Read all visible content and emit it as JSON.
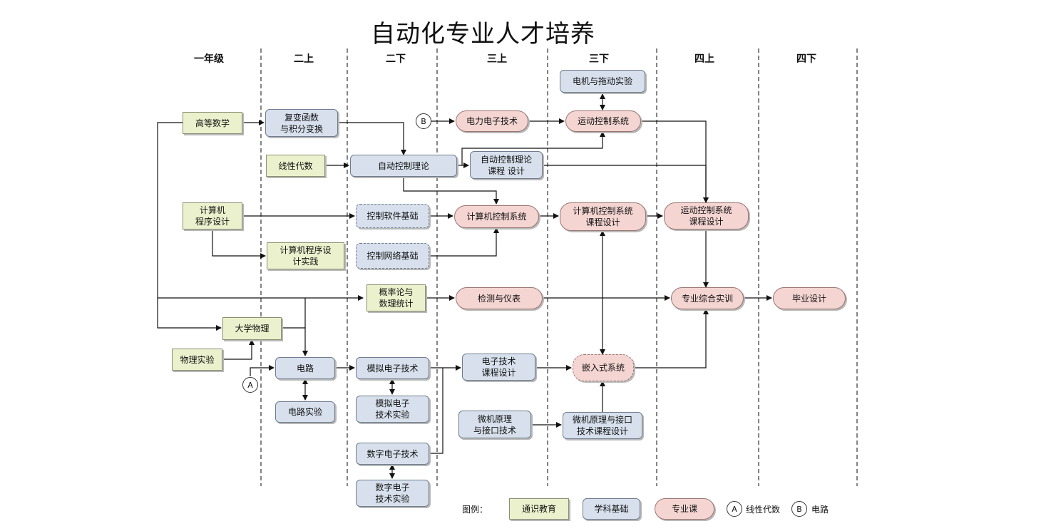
{
  "title": "自动化专业人才培养",
  "columns": [
    "一年级",
    "二上",
    "二下",
    "三上",
    "三下",
    "四上",
    "四下"
  ],
  "nodes": {
    "gdsx": "高等数学",
    "fbhs": "复变函数\n与积分变换",
    "xxds": "线性代数",
    "zdkzll": "自动控制理论",
    "zdkzllkc": "自动控制理论\n课程 设计",
    "dldzjs": "电力电子技术",
    "ydkzxt": "运动控制系统",
    "djytd": "电机与拖动实验",
    "jsjcx": "计算机\n程序设计",
    "kzrj": "控制软件基础",
    "jsjkz": "计算机控制系统",
    "jsjkzkc": "计算机控制系统\n课程设计",
    "ydkzkc": "运动控制系统\n课程设计",
    "jsjcxsj": "计算机程序设\n计实践",
    "kzwl": "控制网络基础",
    "glls": "概率论与\n数理统计",
    "jcyb": "检测与仪表",
    "zyzh": "专业综合实训",
    "bysj": "毕业设计",
    "dxwl": "大学物理",
    "wlsy": "物理实验",
    "dl": "电路",
    "dlsy": "电路实验",
    "mndz": "模拟电子技术",
    "mnsy": "模拟电子\n技术实验",
    "szdz": "数字电子技术",
    "szsy": "数字电子\n技术实验",
    "dzkc": "电子技术\n课程设计",
    "wjyl": "微机原理\n与接口技术",
    "wjkc": "微机原理与接口\n技术课程设计",
    "qrs": "嵌入式系统"
  },
  "circles": {
    "a": "A",
    "b": "B"
  },
  "legend": {
    "label": "图例：",
    "general": "通识教育",
    "subject": "学科基础",
    "major": "专业课",
    "a_symbol": "A",
    "a_text": "线性代数",
    "b_symbol": "B",
    "b_text": "电路"
  },
  "colors": {
    "general": "#eaf1cc",
    "subject": "#d7e0ec",
    "major": "#f4d5d2"
  }
}
